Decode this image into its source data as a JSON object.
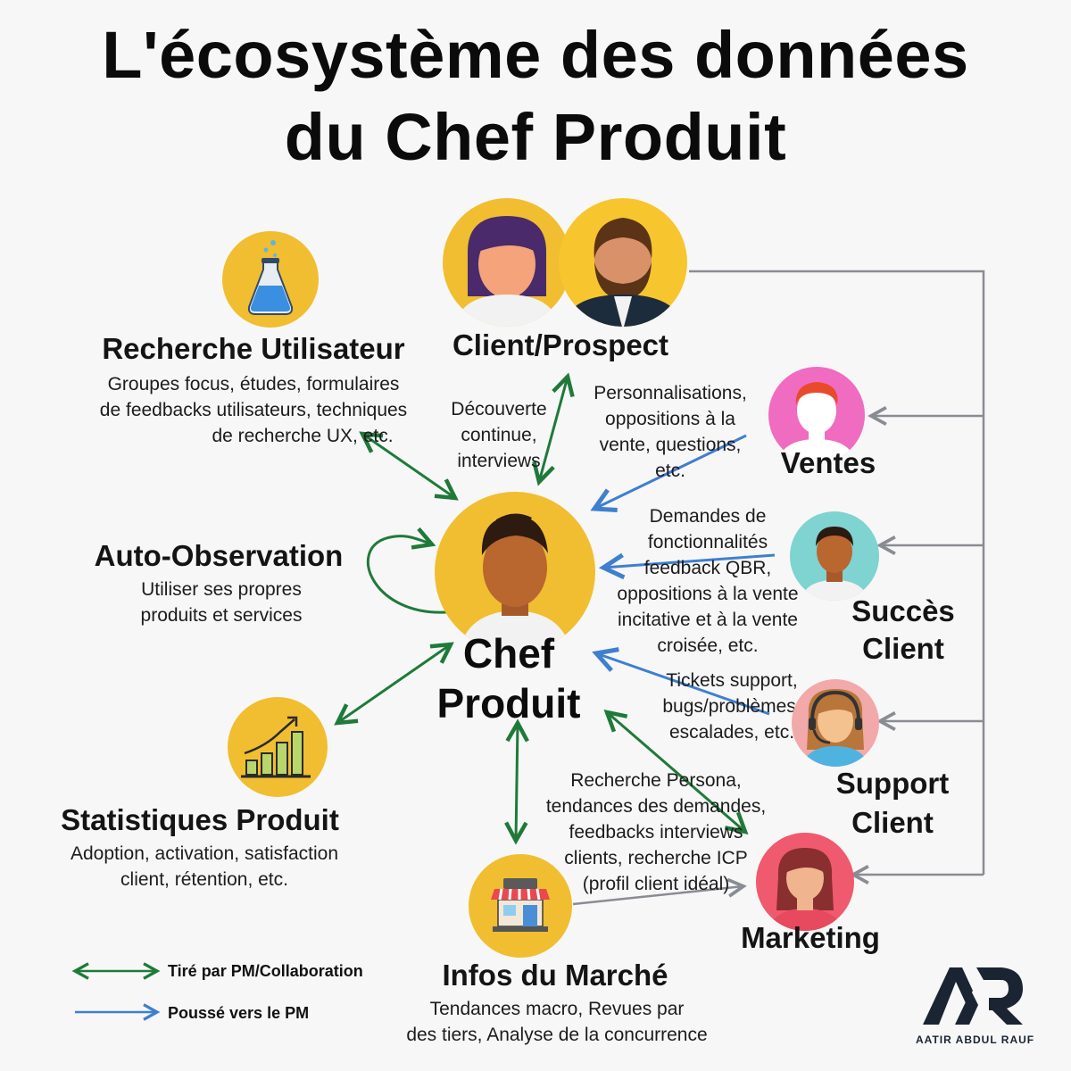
{
  "title": {
    "line1": "L'écosystème des données",
    "line2": "du Chef Produit"
  },
  "center": {
    "line1": "Chef",
    "line2": "Produit"
  },
  "nodes": {
    "user_research": {
      "label": "Recherche Utilisateur",
      "desc": [
        "Groupes focus, études, formulaires",
        "de feedbacks utilisateurs, techniques",
        "de recherche UX, etc."
      ],
      "icon": "flask-icon"
    },
    "client": {
      "label": "Client/Prospect",
      "icon": "customer-avatars-icon"
    },
    "sales": {
      "label": "Ventes",
      "icon": "sales-avatar-icon"
    },
    "success": {
      "label_line1": "Succès",
      "label_line2": "Client",
      "icon": "customer-success-avatar-icon"
    },
    "support": {
      "label_line1": "Support",
      "label_line2": "Client",
      "icon": "support-headset-avatar-icon"
    },
    "marketing": {
      "label": "Marketing",
      "icon": "marketing-avatar-icon"
    },
    "self_obs": {
      "label": "Auto-Observation",
      "desc": [
        "Utiliser ses propres",
        "produits et services"
      ]
    },
    "stats": {
      "label": "Statistiques Produit",
      "desc": [
        "Adoption, activation, satisfaction",
        "client, rétention, etc."
      ],
      "icon": "bar-chart-icon"
    },
    "market": {
      "label": "Infos du Marché",
      "desc": [
        "Tendances macro, Revues par",
        "des tiers, Analyse de la concurrence"
      ],
      "icon": "storefront-icon"
    }
  },
  "flows": {
    "discovery": [
      "Découverte",
      "continue,",
      "interviews"
    ],
    "sales": [
      "Personnalisations,",
      "oppositions à la",
      "vente, questions,",
      "etc."
    ],
    "success": [
      "Demandes de",
      "fonctionnalités",
      "feedback QBR,",
      "oppositions à la vente",
      "incitative et à la vente",
      "croisée, etc."
    ],
    "support": [
      "Tickets support,",
      "bugs/problèmes,",
      "escalades, etc."
    ],
    "marketing": [
      "Recherche Persona,",
      "tendances des demandes,",
      "feedbacks interviews",
      "clients, recherche ICP",
      "(profil client idéal)"
    ]
  },
  "legend": {
    "pulled": "Tiré par PM/Collaboration",
    "pushed": "Poussé vers le PM"
  },
  "brand": {
    "logo_text": "AR",
    "name": "AATIR ABDUL RAUF"
  },
  "colors": {
    "green_arrow": "#1f7a3a",
    "blue_arrow": "#3f7fd0",
    "gray_connector": "#8a8c93",
    "circle_yellow": "#f0be30"
  }
}
